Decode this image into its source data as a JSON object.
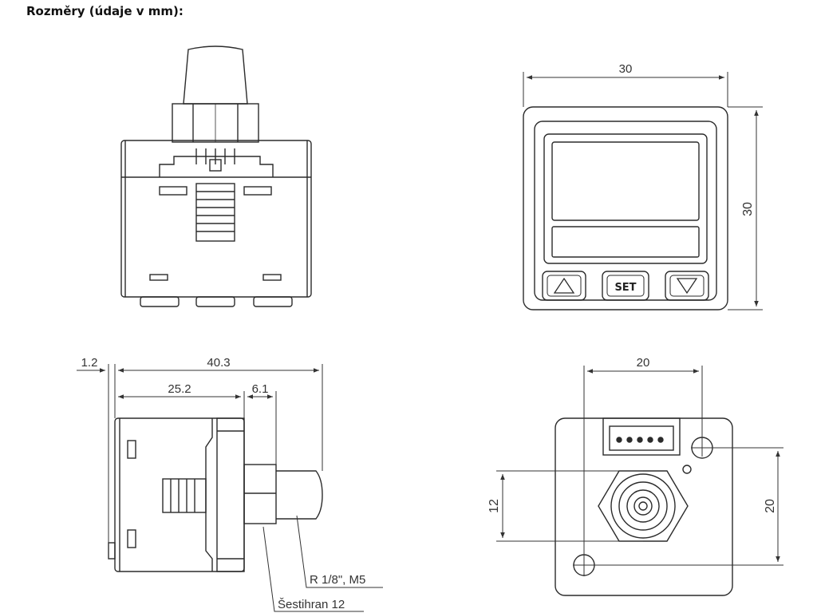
{
  "heading": "Rozměry (údaje v mm):",
  "front_view": {
    "width_label": "30",
    "height_label": "30",
    "set_button_label": "SET",
    "up_button_icon": "triangle-up-icon",
    "down_button_icon": "triangle-down-icon"
  },
  "side_view": {
    "dim_overall": "40.3",
    "dim_flange": "1.2",
    "dim_body": "25.2",
    "dim_nut": "6.1",
    "thread_note": "R 1/8\", M5",
    "hex_note": "Šestihran 12"
  },
  "back_view": {
    "dim_hole_spacing_h": "20",
    "dim_hole_spacing_v": "20",
    "dim_port_offset": "12"
  },
  "colors": {
    "line": "#2b2b2b",
    "dimension": "#333333",
    "background": "#ffffff"
  }
}
